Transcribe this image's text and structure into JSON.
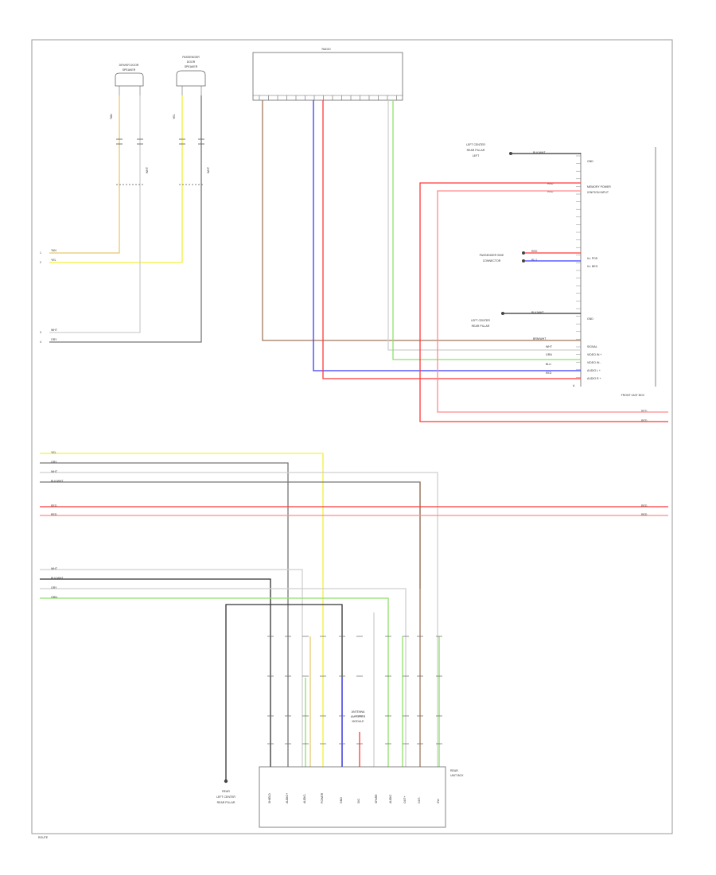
{
  "title": "",
  "footer_code": "ROUTE",
  "components": {
    "driver_door_speaker": {
      "line1": "DRIVER DOOR",
      "line2": "SPEAKER"
    },
    "passenger_door_speaker": {
      "line1": "PASSENGER",
      "line2": "DOOR",
      "line3": "SPEAKER"
    },
    "top_connector": {
      "label": "RADIO"
    },
    "front_unit": {
      "label": "FRONT UNIT BOX"
    },
    "left_center_top": {
      "line1": "LEFT CENTER",
      "line2": "REAR PILLAR",
      "line3": "LEFT"
    },
    "passenger_pillar": {
      "line1": "PASSENGER SIDE",
      "line2": "CONNECTOR"
    },
    "lower_left_ground": {
      "line1": "LEFT CENTER",
      "line2": "REAR PILLAR"
    },
    "bottom_ground": {
      "line1": "REAR",
      "line2": "LEFT CENTER",
      "line3": "REAR PILLAR"
    },
    "bottom_box": {
      "line1": "REAR",
      "line2": "UNIT BOX"
    },
    "bottom_center": {
      "line1": "ANTENNA",
      "line2": "AMPLIFIER",
      "line3": "MODULE"
    }
  },
  "wire_colors": {
    "tan": "#e8c870",
    "yellow": "#f2f23a",
    "white": "#cfcfcf",
    "gray": "#777777",
    "brown": "#a0785a",
    "blue": "#3b3bff",
    "red": "#ff3838",
    "pink": "#ff8a8a",
    "green": "#8ee06a",
    "black": "#333333"
  },
  "left_labels": {
    "tan": "TAN",
    "yel": "YEL",
    "wht": "WHT",
    "gry": "GRY"
  },
  "top_wire_labels": {
    "tan": "TAN",
    "wht": "WHT",
    "yel": "YEL",
    "wht2": "WHT"
  },
  "right_pins": {
    "blk_wht": "BLK/WHT",
    "red": "RED",
    "red2": "RED",
    "red3": "RED",
    "blu": "BLU",
    "blk_wht2": "BLK/WHT",
    "brn_wht": "BRN/WHT",
    "wht": "WHT",
    "grn": "GRN",
    "blu2": "BLU",
    "red4": "RED"
  },
  "right_pin_funcs": {
    "gnd": "GND",
    "memory": "MEMORY POWER",
    "ignition": "IGNITION INPUT",
    "ill_pos": "ILL POS",
    "ill_neg": "ILL NEG",
    "gnd2": "GND",
    "signal": "SIGNAL",
    "video1": "VIDEO IN +",
    "video2": "VIDEO IN -",
    "audio1": "AUDIO L +",
    "audio2": "AUDIO R +"
  },
  "right_out_labels": {
    "r1": "RED",
    "r2": "RED"
  },
  "mid_labels": {
    "yel": "YEL",
    "gry": "GRY",
    "wht": "WHT",
    "blk_wht": "BLK/WHT",
    "red1": "RED",
    "red2": "RED",
    "red3": "RED",
    "red4": "RED"
  },
  "lower_labels": {
    "wht": "WHT",
    "blk_wht": "BLK/WHT",
    "gry": "GRY",
    "grn": "GRN"
  },
  "bottom_pin_labels": [
    "SHIELD",
    "AUDIO+",
    "AUDIO-",
    "POWER",
    "GND",
    "SIG",
    "SPARE",
    "AUDIO",
    "OUT+",
    "OUT-",
    "SW"
  ],
  "right_pin_letter": "A"
}
